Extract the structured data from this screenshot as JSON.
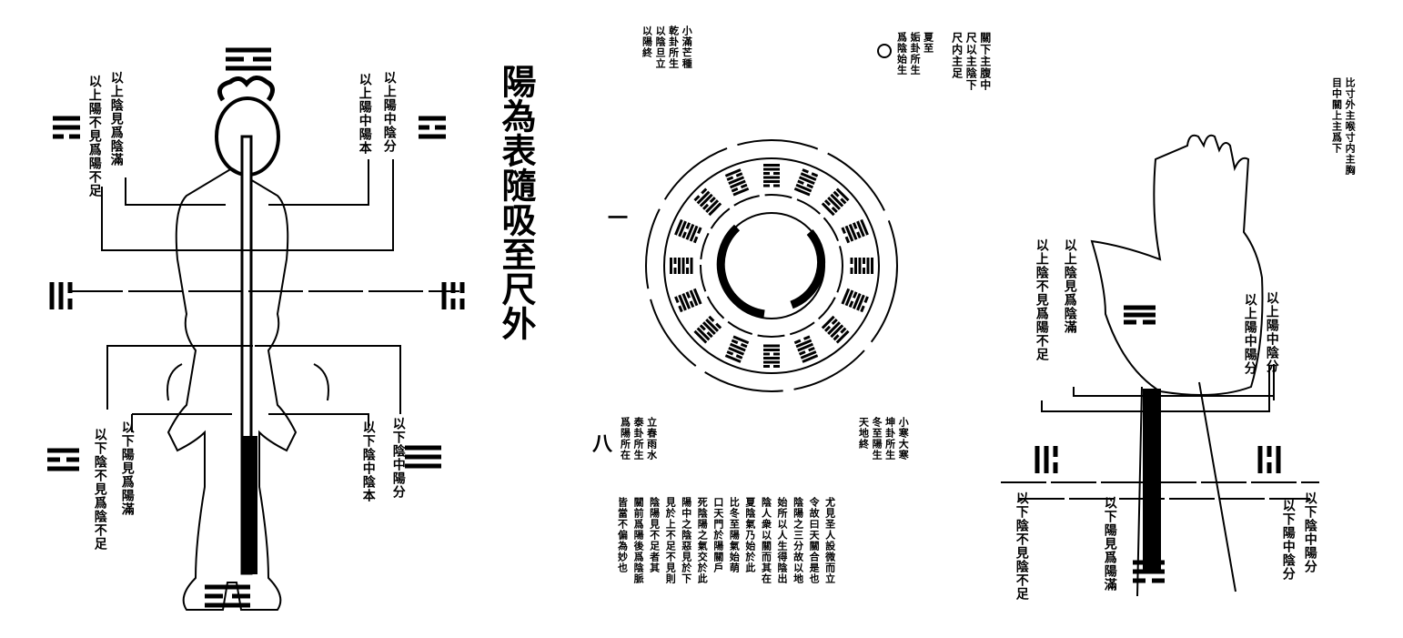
{
  "title": "陽為表隨吸至尺外",
  "left_figure": {
    "top_left_labels": [
      "以上陰見爲陰滿",
      "以上陽不見爲陽不足"
    ],
    "top_right_labels": [
      "以上陽中陰分",
      "以上陽中陽本"
    ],
    "bottom_left_labels": [
      "以下陽見爲陽滿",
      "以下陰不見爲陰不足"
    ],
    "bottom_right_labels": [
      "以下陰中陽分",
      "以下陰中陰本"
    ]
  },
  "circle_diagram": {
    "top_left_notes": [
      "小滿芒種",
      "乾卦所生",
      "以陰旦立",
      "以陽終"
    ],
    "top_right_notes": [
      "夏至",
      "姤卦所生",
      "爲陰始生"
    ],
    "top_right_columns": [
      "關下主腹中",
      "尺以主陰下",
      "尺内主足"
    ],
    "left_label": "一",
    "page_number": "八",
    "bottom_left_notes": [
      "立春雨水",
      "泰卦所生",
      "爲陽所在"
    ],
    "bottom_right_notes": [
      "小寒大寒",
      "坤卦所生",
      "冬至陽生",
      "天地終"
    ],
    "commentary_columns": [
      "尤見圣人設微而立",
      "令故曰天關合是也",
      "陰陽之三分故以地",
      "始所以人生得陰出",
      "陰人衆以關而其在",
      "夏陰氣乃始於此",
      "比冬至陽氣始萌",
      "口天門於陽關戶",
      "死陰陽之氣交於此",
      "陽中之陰惡見於下",
      "見於上不足不見則",
      "陰陽見不足者其",
      "關前爲陽後爲陰脈",
      "皆當不偏為妙也"
    ]
  },
  "hand_figure": {
    "top_note": [
      "比寸外主喉寸内主胸",
      "目中關上主爲下"
    ],
    "left_labels": [
      "以上陰見爲陰滿",
      "以上陰不見爲陽不足"
    ],
    "right_labels": [
      "以上陽中陰分",
      "以上陽中陽分"
    ],
    "bottom_left_labels": [
      "以下陽見爲陽滿",
      "以下陰不見陰不足"
    ],
    "bottom_right_labels": [
      "以下陰中陽分",
      "以下陽中陰分"
    ]
  }
}
